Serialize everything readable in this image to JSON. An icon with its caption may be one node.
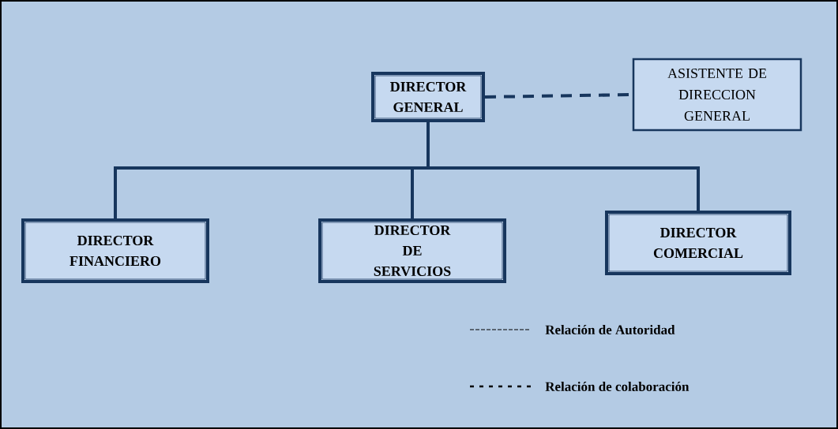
{
  "diagram": {
    "nodes": [
      {
        "text": [
          "DIRECTOR GENERAL"
        ]
      },
      {
        "text": [
          "ASISTENTE DE DIRECCION GENERAL"
        ]
      },
      {
        "text": [
          "DIRECTOR FINANCIERO"
        ]
      },
      {
        "text": [
          "DIRECTOR DE SERVICIOS"
        ]
      },
      {
        "text": [
          "DIRECTOR COMERCIAL"
        ]
      }
    ],
    "edges": [
      {
        "from": 0,
        "to": 1,
        "arrow": "none",
        "style": "dashed"
      },
      {
        "from": 0,
        "to": 2,
        "arrow": "none"
      },
      {
        "from": 0,
        "to": 3,
        "arrow": "none"
      },
      {
        "from": 0,
        "to": 4,
        "arrow": "none"
      }
    ],
    "legend": [
      {
        "text": "Relación de Autoridad"
      },
      {
        "text": "Relación de colaboración"
      }
    ]
  }
}
